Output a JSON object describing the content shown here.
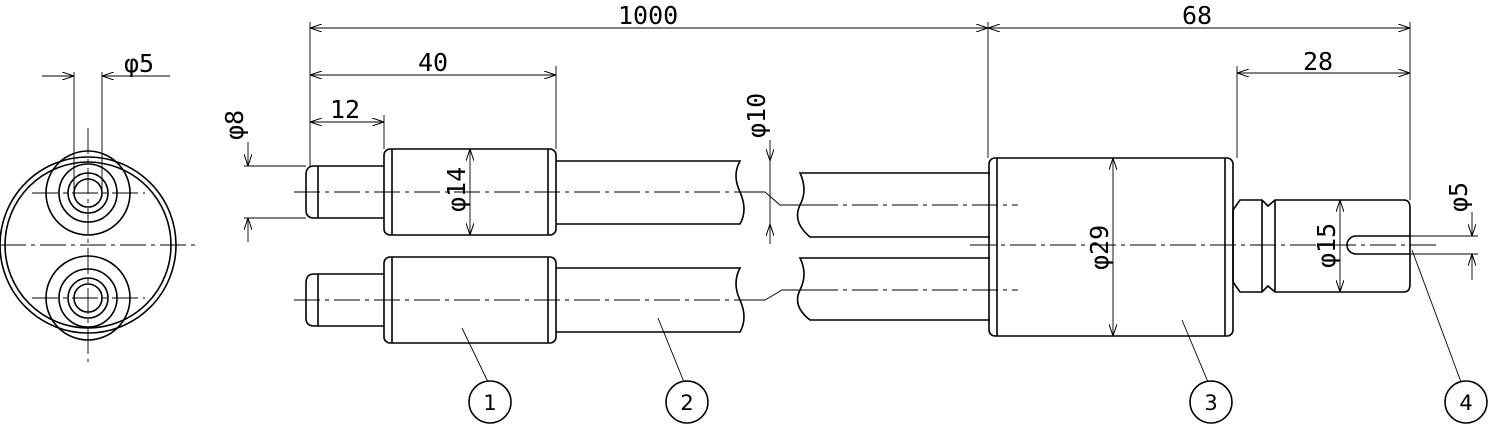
{
  "dimensions": {
    "overall_length": "1000",
    "plug_length": "68",
    "plug_tip_length": "28",
    "sleeve_length": "40",
    "pin_length": "12",
    "pin_diameter": "φ8",
    "sleeve_diameter": "φ14",
    "rod_diameter": "φ10",
    "body_diameter": "φ29",
    "tip_diameter": "φ15",
    "slot_width": "φ5",
    "end_view_bore": "φ5"
  },
  "balloons": [
    "1",
    "2",
    "3",
    "4"
  ]
}
